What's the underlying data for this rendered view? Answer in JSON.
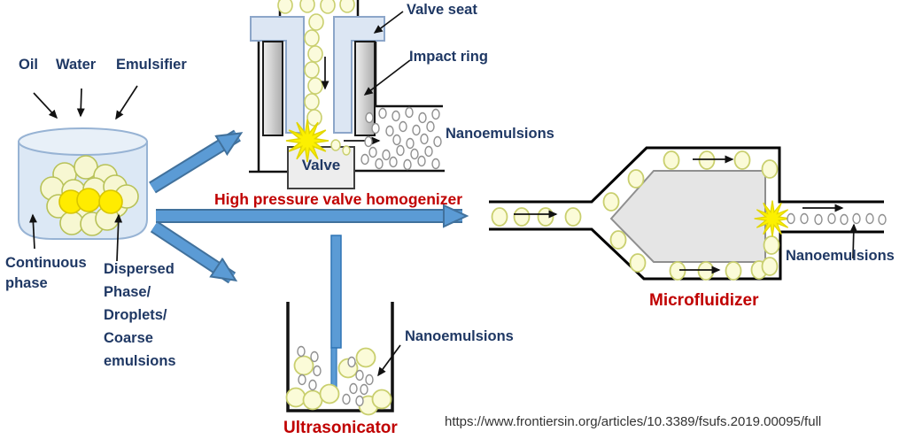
{
  "colors": {
    "label_navy": "#1f3864",
    "caption_red": "#c00000",
    "arrow_blue": "#5b9bd5",
    "arrow_blue_border": "#41719c",
    "droplet_bright_yellow": "#ffec00",
    "droplet_pale_yellow": "#fbfbd8",
    "starburst_yellow": "#fcf000",
    "vessel_light_blue": "#dce8f5",
    "metal_gray": "#c9c9c9"
  },
  "mixture": {
    "oil": "Oil",
    "water": "Water",
    "emulsifier": "Emulsifier",
    "continuous_phase": "Continuous\nphase",
    "dispersed_phase": "Dispersed\nPhase/\nDroplets/\nCoarse\nemulsions"
  },
  "homogenizer": {
    "valve_seat": "Valve seat",
    "impact_ring": "Impact ring",
    "nanoemulsions": "Nanoemulsions",
    "valve": "Valve",
    "caption": "High pressure valve homogenizer"
  },
  "microfluidizer": {
    "nanoemulsions": "Nanoemulsions",
    "caption": "Microfluidizer"
  },
  "ultrasonicator": {
    "nanoemulsions": "Nanoemulsions",
    "caption": "Ultrasonicator"
  },
  "source": {
    "url": "https://www.frontiersin.org/articles/10.3389/fsufs.2019.00095/full"
  }
}
